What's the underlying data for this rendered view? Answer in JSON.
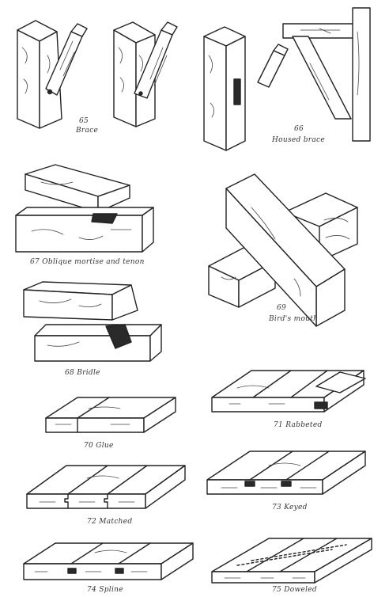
{
  "figures": [
    {
      "number": "65",
      "caption": "Brace"
    },
    {
      "number": "66",
      "caption": "Housed  brace"
    },
    {
      "number": "67",
      "caption": "Oblique  mortise  and  tenon"
    },
    {
      "number": "68",
      "caption": "Bridle"
    },
    {
      "number": "69",
      "caption": "Bird's  mouth"
    },
    {
      "number": "70",
      "caption": "Glue"
    },
    {
      "number": "71",
      "caption": "Rabbeted"
    },
    {
      "number": "72",
      "caption": "Matched"
    },
    {
      "number": "73",
      "caption": "Keyed"
    },
    {
      "number": "74",
      "caption": "Spline"
    },
    {
      "number": "75",
      "caption": "Doweled"
    }
  ]
}
